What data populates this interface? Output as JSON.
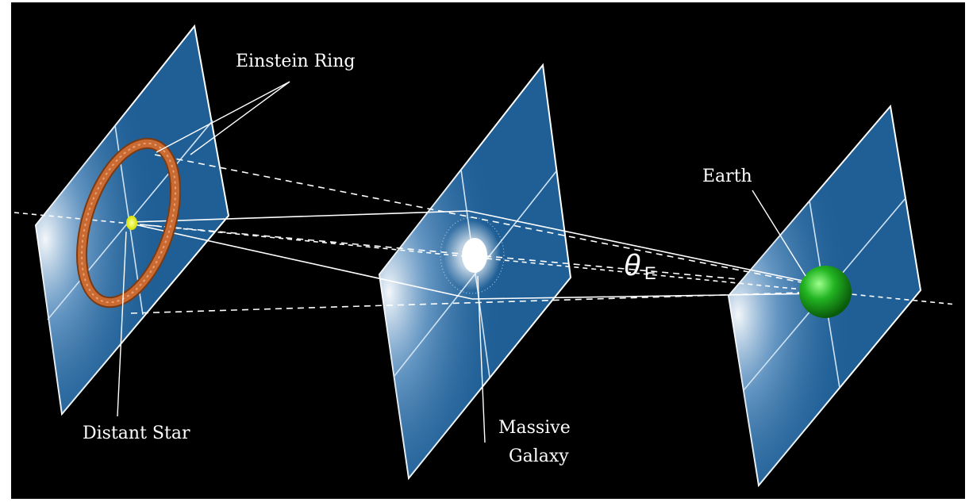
{
  "labels": {
    "einstein_ring": "Einstein Ring",
    "distant_star": "Distant Star",
    "massive": "Massive",
    "galaxy": "Galaxy",
    "earth": "Earth",
    "theta": "θ",
    "theta_sub": "E"
  },
  "colors": {
    "background": "#000000",
    "frame": "#ffffff",
    "plane": "#1f5f96",
    "ring": "#c96a32",
    "star": "#e8f21a",
    "earth": "#22b422",
    "rays": "#ffffff"
  },
  "icons": {
    "ring": "einstein-ring-icon",
    "star": "distant-star-icon",
    "galaxy": "massive-galaxy-icon",
    "earth": "earth-sphere-icon"
  }
}
